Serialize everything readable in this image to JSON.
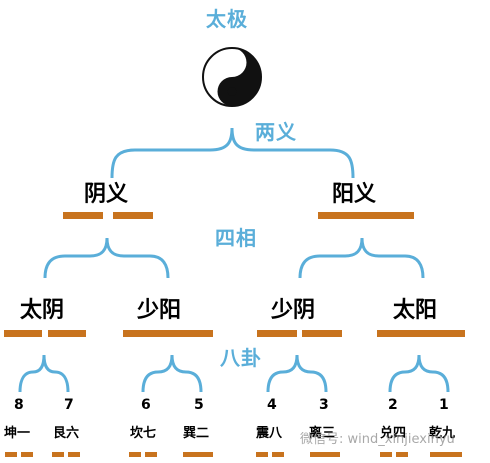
{
  "levels": {
    "taiji": "太极",
    "liangyi": "两义",
    "sixiang": "四相",
    "bagua": "八卦"
  },
  "liangyi": {
    "yin": "阴义",
    "yang": "阳义"
  },
  "sixiang": {
    "taiyin": "太阴",
    "shaoyang": "少阳",
    "shaoyin": "少阴",
    "taiyang": "太阳"
  },
  "bagua": [
    {
      "num": "8",
      "name": "坤一"
    },
    {
      "num": "7",
      "name": "艮六"
    },
    {
      "num": "6",
      "name": "坎七"
    },
    {
      "num": "5",
      "name": "巽二"
    },
    {
      "num": "4",
      "name": "震八"
    },
    {
      "num": "3",
      "name": "离三"
    },
    {
      "num": "2",
      "name": "兑四"
    },
    {
      "num": "1",
      "name": "乾九"
    }
  ],
  "watermark": "微信号: wind_xinjiexinyu",
  "colors": {
    "brace": "#5aaed9",
    "bar": "#c8731e",
    "text": "#000000"
  }
}
